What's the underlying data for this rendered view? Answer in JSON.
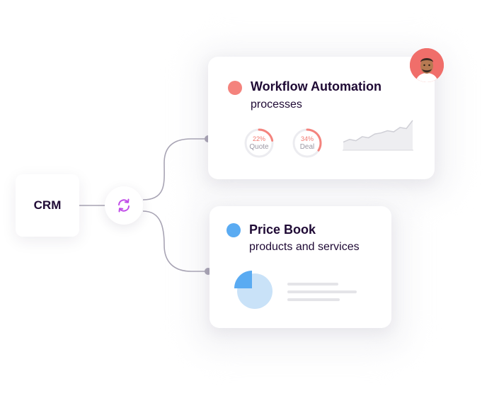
{
  "crm": {
    "label": "CRM"
  },
  "workflow_card": {
    "title": "Workflow Automation",
    "subtitle": "processes",
    "dot_color": "#f4837d",
    "gauges": [
      {
        "percent_label": "22%",
        "name": "Quote",
        "progress": 0.22
      },
      {
        "percent_label": "34%",
        "name": "Deal",
        "progress": 0.34
      }
    ],
    "sparkline_values": [
      3,
      4,
      3.5,
      5,
      4.6,
      6,
      6.4,
      7.2,
      6.8,
      8.4,
      8,
      11
    ]
  },
  "price_book_card": {
    "title": "Price Book",
    "subtitle": "products and services",
    "dot_color": "#5aabf2",
    "pie_highlight_fraction": 0.25
  },
  "colors": {
    "accent_pink": "#f4837d",
    "accent_blue": "#5aabf2",
    "connector": "#a8a4b4",
    "sync_icon": "#c04be8"
  },
  "icons": {
    "sync": "sync-arrows-icon",
    "avatar": "user-avatar-photo"
  }
}
